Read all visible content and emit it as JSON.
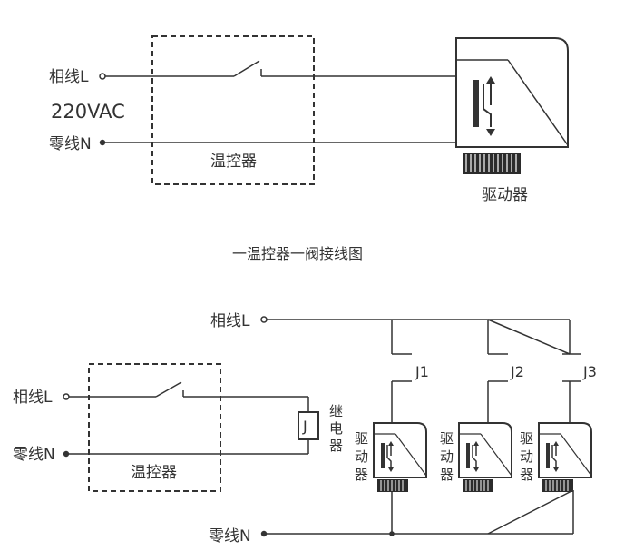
{
  "top_diagram": {
    "phase_label": "相线L",
    "voltage_label": "220VAC",
    "neutral_label": "零线N",
    "thermostat_label": "温控器",
    "actuator_label": "驱动器",
    "caption": "一温控器一阀接线图"
  },
  "bottom_diagram": {
    "phase_bus_label": "相线L",
    "neutral_bus_label": "零线N",
    "phase_label": "相线L",
    "neutral_label": "零线N",
    "thermostat_label": "温控器",
    "relay_coil_label": "J",
    "relay_label": [
      "继",
      "电",
      "器"
    ],
    "contacts": [
      "J1",
      "J2",
      "J3"
    ],
    "actuator_label": [
      "驱",
      "动",
      "器"
    ]
  }
}
